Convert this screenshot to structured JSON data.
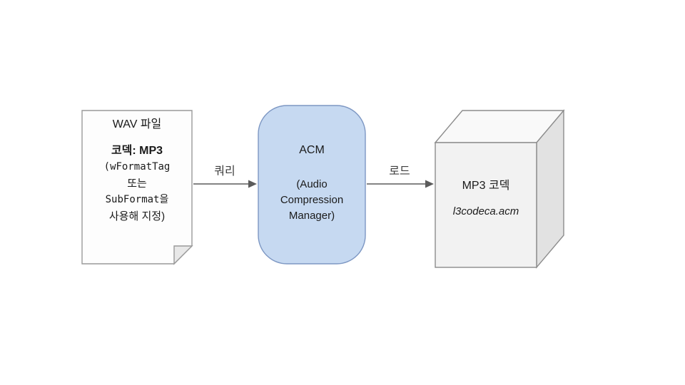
{
  "nodes": {
    "wav_file": {
      "title": "WAV 파일",
      "codec": "코덱: MP3",
      "detail_line1": "(wFormatTag",
      "detail_line2": "또는",
      "detail_line3": "SubFormat을",
      "detail_line4": "사용해 지정)"
    },
    "acm": {
      "title": "ACM",
      "subtitle_line1": "(Audio",
      "subtitle_line2": "Compression",
      "subtitle_line3": "Manager)"
    },
    "mp3_codec": {
      "title": "MP3 코덱",
      "filename": "l3codeca.acm"
    }
  },
  "arrows": {
    "query_label": "쿼리",
    "load_label": "로드"
  },
  "colors": {
    "doc_fill": "#fdfdfd",
    "doc_fold_fill": "#e8e8e8",
    "acm_fill": "#c6d9f1",
    "box_front_fill": "#f2f2f2",
    "box_top_fill": "#f9f9f9",
    "box_side_fill": "#e2e2e2"
  }
}
